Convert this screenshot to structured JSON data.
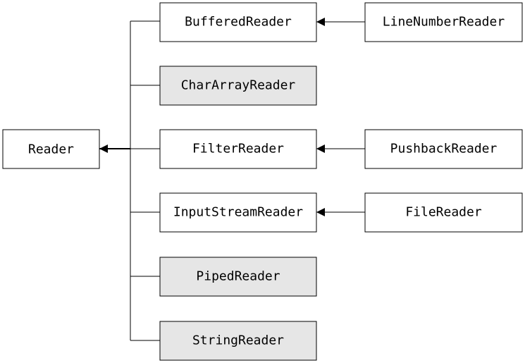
{
  "diagram": {
    "root": {
      "label": "Reader"
    },
    "colors": {
      "plain_fill": "#ffffff",
      "shaded_fill": "#e6e6e6",
      "line": "#000000"
    },
    "children": [
      {
        "label": "BufferedReader",
        "shaded": false,
        "subclass": {
          "label": "LineNumberReader"
        }
      },
      {
        "label": "CharArrayReader",
        "shaded": true
      },
      {
        "label": "FilterReader",
        "shaded": false,
        "subclass": {
          "label": "PushbackReader"
        }
      },
      {
        "label": "InputStreamReader",
        "shaded": false,
        "subclass": {
          "label": "FileReader"
        }
      },
      {
        "label": "PipedReader",
        "shaded": true
      },
      {
        "label": "StringReader",
        "shaded": true
      }
    ]
  }
}
